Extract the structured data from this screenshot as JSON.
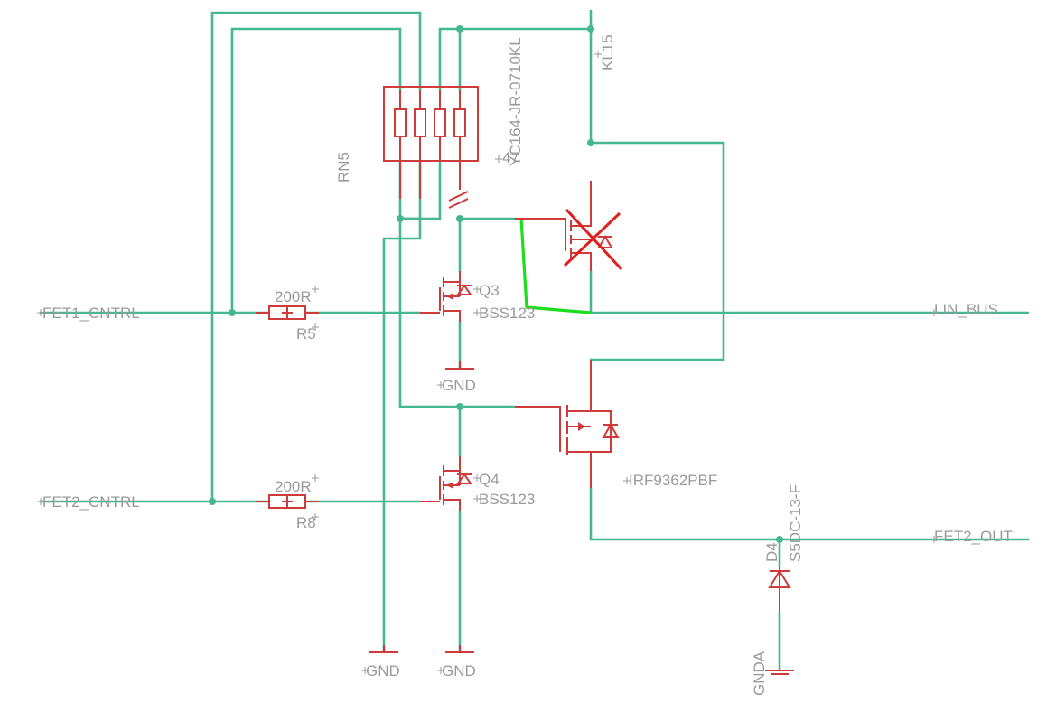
{
  "nets": {
    "fet1_cntrl": "FET1_CNTRL",
    "fet2_cntrl": "FET2_CNTRL",
    "lin_bus": "LIN_BUS",
    "fet2_out": "FET2_OUT",
    "kl15": "KL15",
    "gnd": "GND",
    "gnda": "GNDA"
  },
  "components": {
    "rn5": {
      "name": "RN5",
      "value": "YC164-JR-0710KL",
      "aux": "47"
    },
    "r5": {
      "name": "R5",
      "value": "200R"
    },
    "r8": {
      "name": "R8",
      "value": "200R"
    },
    "q3": {
      "name": "Q3",
      "value": "BSS123"
    },
    "q4": {
      "name": "Q4",
      "value": "BSS123"
    },
    "pfet": {
      "value": "IRF9362PBF"
    },
    "d4": {
      "name": "D4",
      "value": "S5DC-13-F"
    }
  },
  "colors": {
    "wire": "#46b88f",
    "highlight_wire": "#1edc1e",
    "symbol": "#cf3b3b",
    "label": "#9a9a9a",
    "error_mark": "#e01f1f"
  }
}
